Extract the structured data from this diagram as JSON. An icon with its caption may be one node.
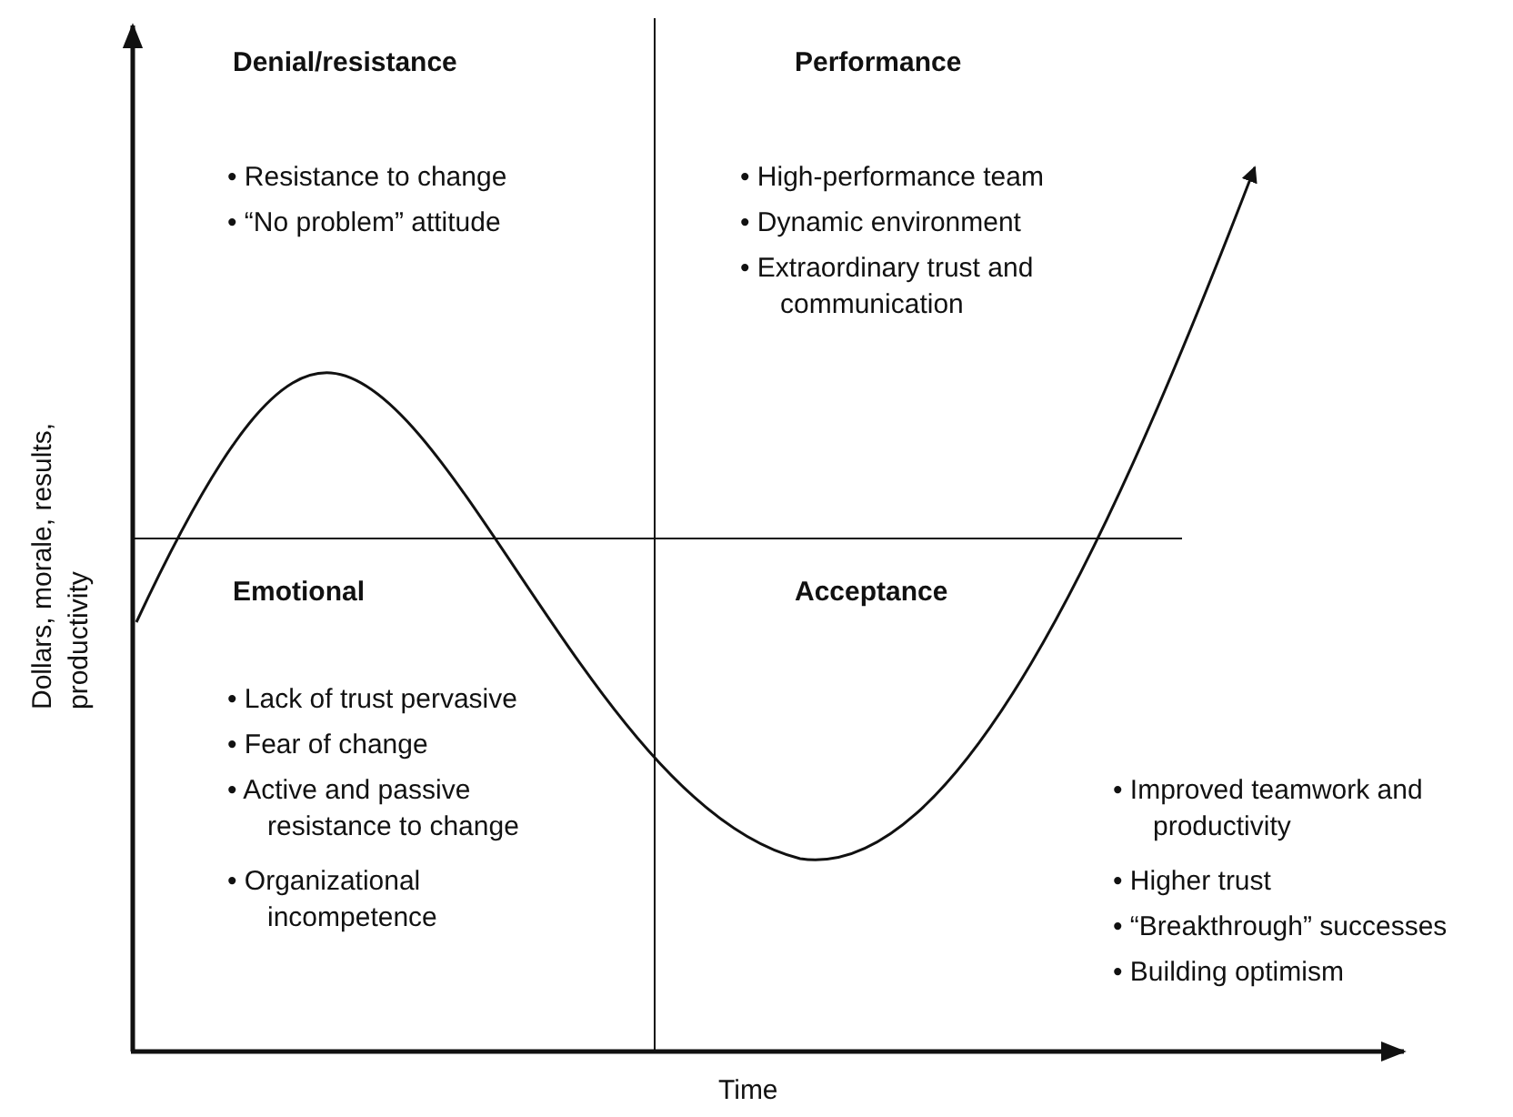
{
  "diagram": {
    "labels": [
      "Denial/resistance",
      "Performance",
      "• Resistance to change",
      "• “No problem” attitude",
      "• High-performance team",
      "• Dynamic environment",
      "• Extraordinary trust and communication",
      "Emotional",
      "Acceptance",
      "• Lack of trust pervasive",
      "• Fear of change",
      "• Active and passive resistance to change",
      "• Organizational incompetence",
      "• Improved teamwork and productivity",
      "• Higher trust",
      "• “Breakthrough” successes",
      "• Building optimism",
      "Dollars, morale, results, productivity",
      "Time"
    ]
  }
}
